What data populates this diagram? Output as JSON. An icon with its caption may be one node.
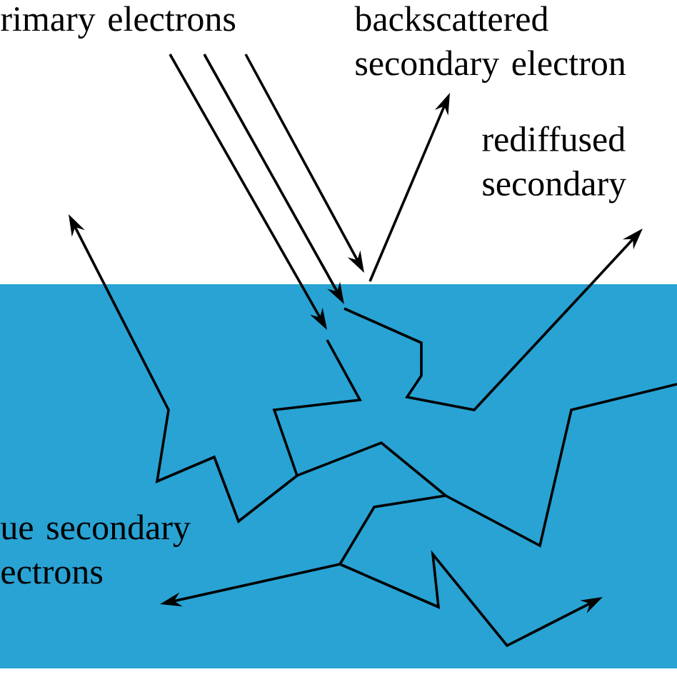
{
  "diagram": {
    "labels": [
      "rimary electrons",
      "backscattered secondary electron",
      "rediffused secondary",
      "ue secondary ectrons"
    ]
  }
}
